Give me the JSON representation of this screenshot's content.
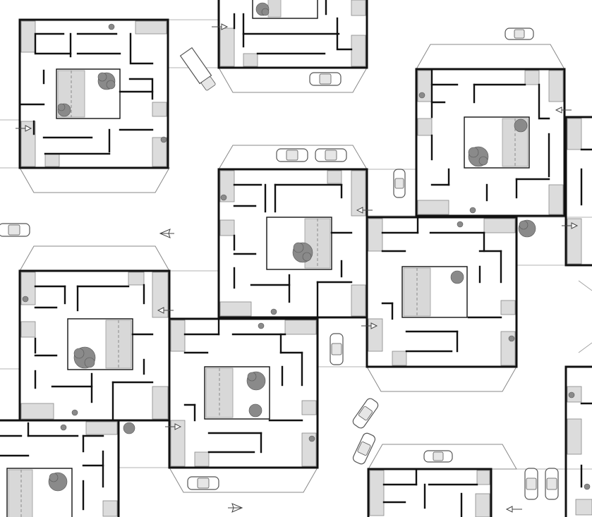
{
  "plan": {
    "description_type": "architectural site plan",
    "colors": {
      "wall": "#111111",
      "paving": "#d8d8d8",
      "tree": "#8a8a8a",
      "background": "#ffffff"
    },
    "unit_count": 10,
    "car_count": 16,
    "entry_arrow_count": 10,
    "text": []
  }
}
